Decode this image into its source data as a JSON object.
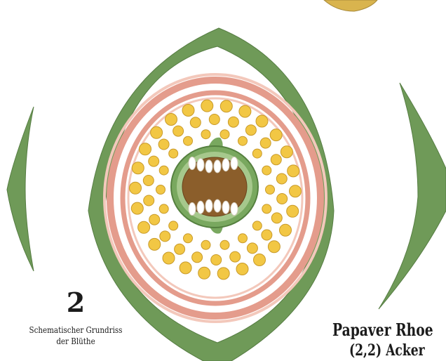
{
  "figure": {
    "number": "2",
    "caption_line1": "Schematischer Grundriss",
    "caption_line2": "der Blüthe"
  },
  "plate": {
    "title": "Papaver Rhoe",
    "subtitle": "(2,2) Acker"
  },
  "colors": {
    "sepal_green": "#6f9a58",
    "sepal_green_light": "#8db372",
    "petal_pink": "#e49c8c",
    "petal_pink_light": "#f3c8bb",
    "stamen_yellow": "#f2c744",
    "stamen_outline": "#c89a2a",
    "ovary_brown": "#8b5e2b",
    "ovary_ring": "#79a85f",
    "ovule_white": "#ffffff",
    "background": "#ffffff"
  }
}
